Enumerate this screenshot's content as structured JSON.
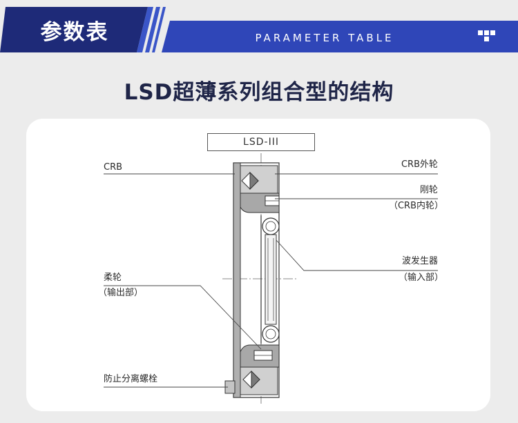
{
  "banner": {
    "title": "参数表",
    "subtitle": "PARAMETER TABLE",
    "colors": {
      "dark": "#1e2a78",
      "mid": "#3a55c8",
      "light": "#4a6ad8"
    }
  },
  "heading": "LSD超薄系列组合型的结构",
  "diagram": {
    "model": "LSD-III",
    "labels": {
      "crb": "CRB",
      "crb_outer": "CRB外轮",
      "circular_spline": "刚轮",
      "circular_spline_sub": "（CRB内轮）",
      "wave_generator": "波发生器",
      "wave_generator_sub": "（输入部）",
      "flexspline": "柔轮",
      "flexspline_sub": "（输出部）",
      "anti_separation_bolt": "防止分离螺栓"
    }
  }
}
